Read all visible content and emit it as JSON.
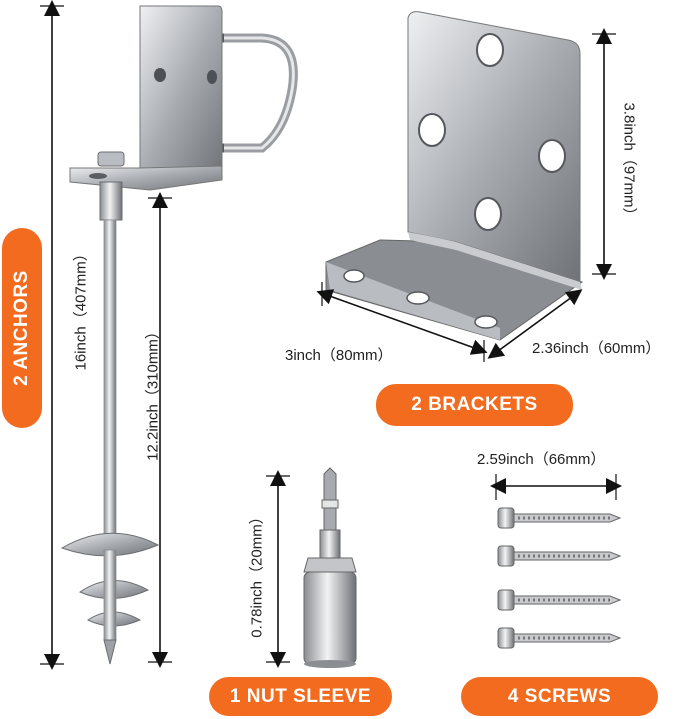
{
  "labels": {
    "anchors": "2 ANCHORS",
    "brackets": "2 BRACKETS",
    "nut_sleeve": "1 NUT SLEEVE",
    "screws": "4 SCREWS"
  },
  "dimensions": {
    "anchor_total": "16inch（407mm）",
    "anchor_shaft": "12.2inch（310mm）",
    "bracket_height": "3.8inch（97mm）",
    "bracket_width": "3inch（80mm）",
    "bracket_depth": "2.36inch（60mm）",
    "nut_sleeve_length": "0.78inch（20mm）",
    "screw_length": "2.59inch（66mm）"
  },
  "colors": {
    "accent": "#f26b1f",
    "metal_light": "#d9dadc",
    "metal_dark": "#7d7f83"
  }
}
